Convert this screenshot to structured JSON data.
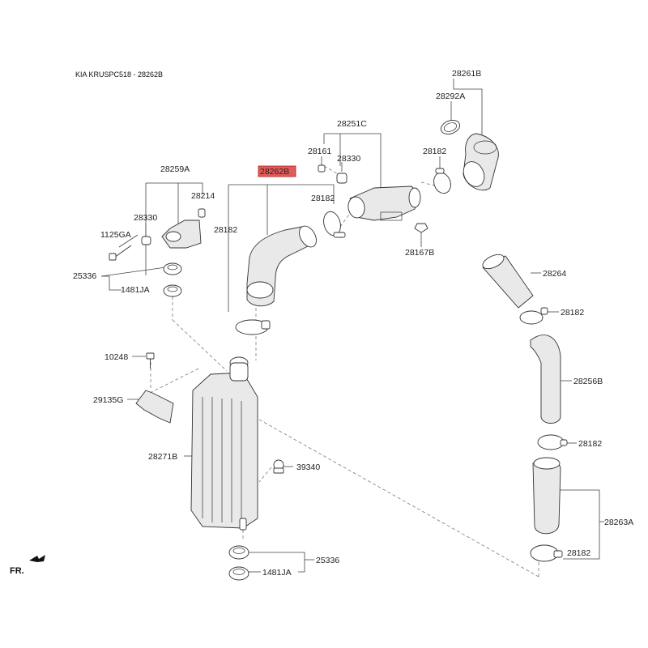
{
  "header": {
    "title": "KIA KRUSPC518 - 28262B"
  },
  "highlight_color": "#e45a5a",
  "direction_label": "FR.",
  "parts": {
    "p28261B": "28261B",
    "p28292A": "28292A",
    "p28251C": "28251C",
    "p28161": "28161",
    "p28330_top": "28330",
    "p28182_a": "28182",
    "p28262B": "28262B",
    "p28182_b": "28182",
    "p28182_c": "28182",
    "p28167B": "28167B",
    "p28259A": "28259A",
    "p28214": "28214",
    "p28330_left": "28330",
    "p1125GA": "1125GA",
    "p25336_top": "25336",
    "p1481JA_top": "1481JA",
    "p28264": "28264",
    "p28182_d": "28182",
    "p28256B": "28256B",
    "p28182_e": "28182",
    "p10248": "10248",
    "p29135G": "29135G",
    "p28271B": "28271B",
    "p39340": "39340",
    "p28263A": "28263A",
    "p28182_f": "28182",
    "p25336_bot": "25336",
    "p1481JA_bot": "1481JA"
  }
}
